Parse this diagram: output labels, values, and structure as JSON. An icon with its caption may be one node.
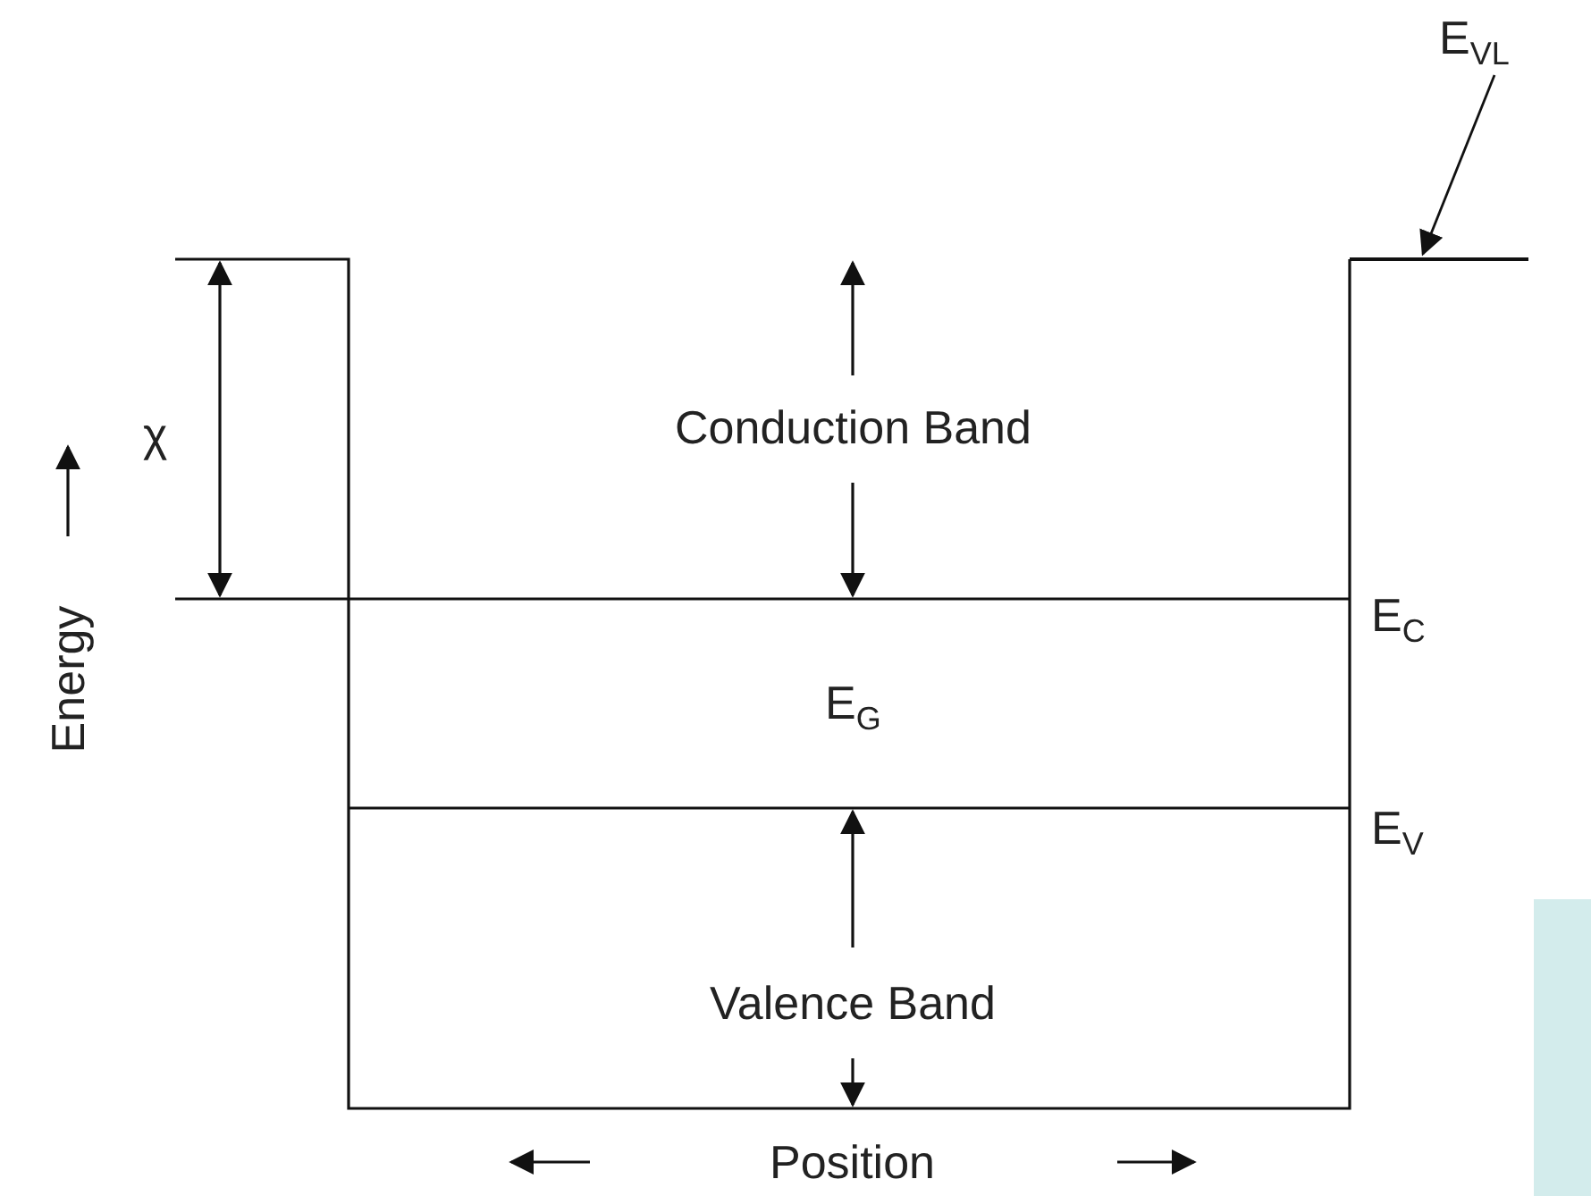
{
  "diagram": {
    "nodes": [
      {
        "text": [
          "E$_{VL}$"
        ]
      },
      {
        "text": [],
        "shape": "line"
      }
    ],
    "edges": [
      {
        "from": 0,
        "to": 1,
        "arrow": "to"
      }
    ],
    "labels": [
      "χ",
      "Conduction Band",
      "E$_{C}$",
      "Energy",
      "E$_{G}$",
      "E$_{V}$",
      "Valence Band",
      "Position"
    ]
  }
}
